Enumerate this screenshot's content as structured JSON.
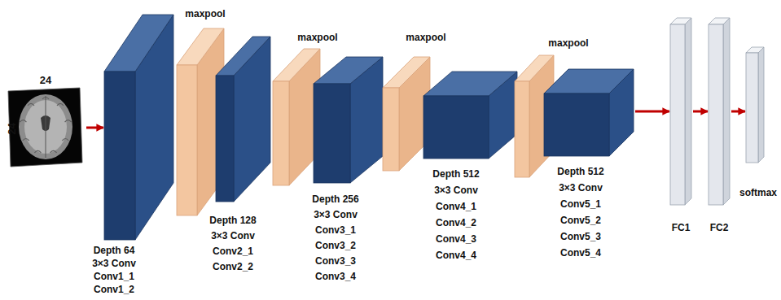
{
  "diagram": {
    "nodes": [
      {
        "text": [
          "24",
          "24"
        ]
      },
      {
        "text": [
          "Depth 64",
          "3×3 Conv",
          "Conv1_1",
          "Conv1_2"
        ]
      },
      {
        "text": [
          "maxpool"
        ]
      },
      {
        "text": [
          "Depth 128",
          "3×3 Conv",
          "Conv2_1",
          "Conv2_2"
        ]
      },
      {
        "text": [
          "maxpool"
        ]
      },
      {
        "text": [
          "Depth 256",
          "3×3 Conv",
          "Conv3_1",
          "Conv3_2",
          "Conv3_3",
          "Conv3_4"
        ]
      },
      {
        "text": [
          "maxpool"
        ]
      },
      {
        "text": [
          "Depth 512",
          "3×3 Conv",
          "Conv4_1",
          "Conv4_2",
          "Conv4_3",
          "Conv4_4"
        ]
      },
      {
        "text": [
          "maxpool"
        ]
      },
      {
        "text": [
          "Depth 512",
          "3×3 Conv",
          "Conv5_1",
          "Conv5_2",
          "Conv5_3",
          "Conv5_4"
        ]
      },
      {
        "text": [
          "FC1"
        ]
      },
      {
        "text": [
          "FC2"
        ]
      },
      {
        "text": [
          "softmax"
        ]
      }
    ],
    "edges": [
      {
        "from": 0,
        "to": 1,
        "arrow": "to"
      },
      {
        "from": 9,
        "to": 10,
        "arrow": "to"
      },
      {
        "from": 10,
        "to": 11,
        "arrow": "to"
      },
      {
        "from": 11,
        "to": 12,
        "arrow": "to"
      }
    ]
  }
}
